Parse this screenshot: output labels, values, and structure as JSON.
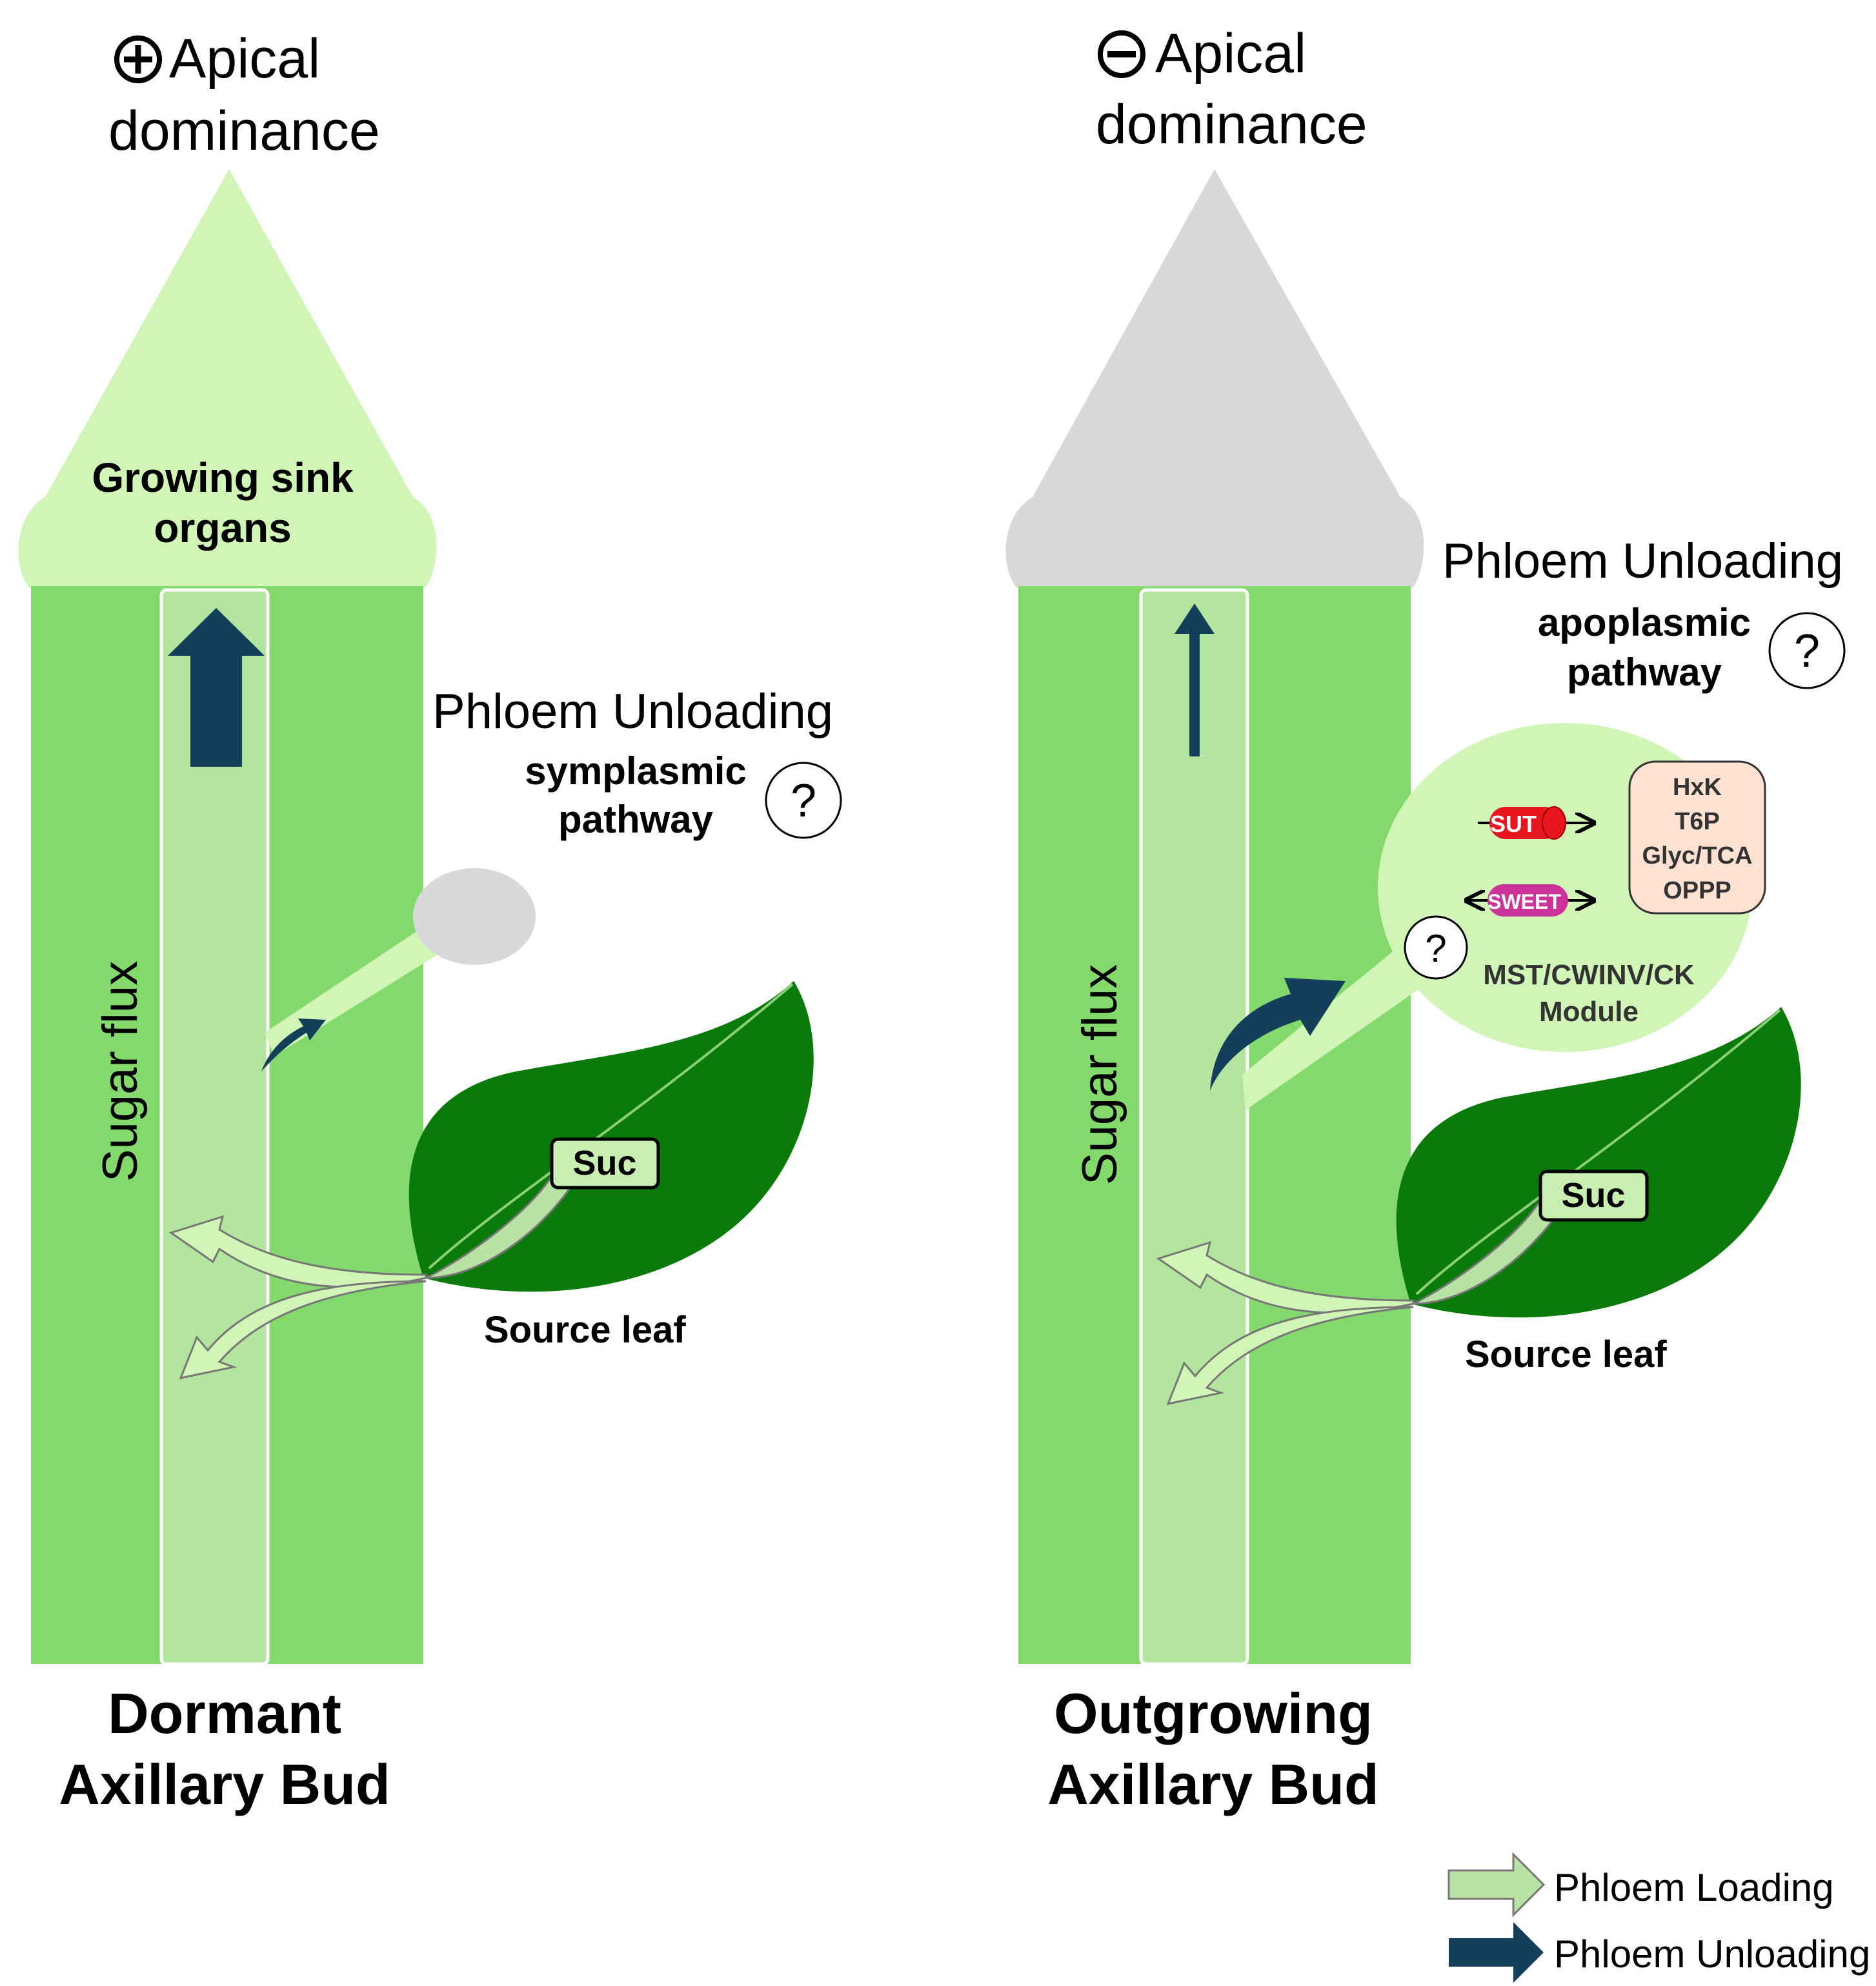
{
  "left_panel": {
    "sign_icon": "plus-circle-icon",
    "apical_line1": "Apical",
    "apical_line2": "dominance",
    "sink_line1": "Growing sink",
    "sink_line2": "organs",
    "unloading_title": "Phloem Unloading",
    "pathway_line1": "symplasmic",
    "pathway_line2": "pathway",
    "question_mark": "?",
    "sugar_flux": "Sugar flux",
    "suc": "Suc",
    "source_leaf": "Source leaf",
    "bud_line1": "Dormant",
    "bud_line2": "Axillary Bud"
  },
  "right_panel": {
    "sign_icon": "minus-circle-icon",
    "apical_line1": "Apical",
    "apical_line2": "dominance",
    "unloading_title": "Phloem Unloading",
    "pathway_line1": "apoplasmic",
    "pathway_line2": "pathway",
    "question_mark": "?",
    "transporter_1": "SUT",
    "transporter_2": "SWEET",
    "metab_box": [
      "HxK",
      "T6P",
      "Glyc/TCA",
      "OPPP"
    ],
    "module_line1": "MST/CWINV/CK",
    "module_line2": "Module",
    "sugar_flux": "Sugar flux",
    "suc": "Suc",
    "source_leaf": "Source leaf",
    "bud_line1": "Outgrowing",
    "bud_line2": "Axillary Bud"
  },
  "legend": {
    "loading_label": "Phloem Loading",
    "unloading_label": "Phloem Unloading"
  },
  "colors": {
    "stem": "#84d96c",
    "phloem_tube": "#b3e59f",
    "apex_active": "#d1f5b6",
    "apex_inactive": "#d8d8d8",
    "leaf": "#0a7a0a",
    "unloading_arrow": "#143f5a",
    "loading_arrow": "#b8e3a4",
    "sut": "#e8141e",
    "sweet": "#cc3399",
    "metab_box": "#fde1d1"
  }
}
